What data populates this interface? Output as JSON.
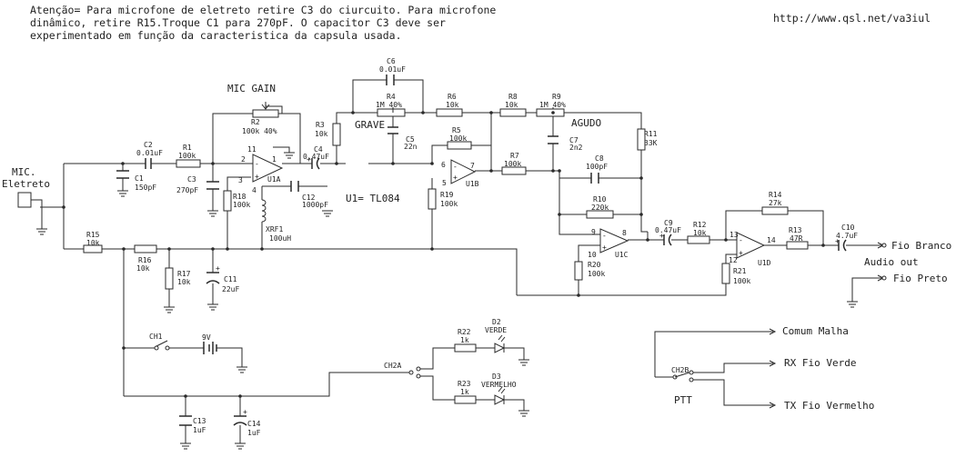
{
  "notes": {
    "warning": [
      "Atenção= Para microfone de eletreto retire C3 do ciurcuito. Para microfone",
      "dinâmico, retire R15.Troque C1 para 270pF. O capacitor C3 deve ser",
      "experimentado em função da caracteristica da capsula usada."
    ],
    "url": "http://www.qsl.net/va3iul",
    "ic_label": "U1= TL084",
    "mic": [
      "MIC.",
      "Eletreto"
    ],
    "mic_gain": "MIC GAIN",
    "grave": "GRAVE",
    "agudo": "AGUDO",
    "audio_out": "Audio out",
    "ptt": "PTT"
  },
  "components": {
    "C1": [
      "C1",
      "150pF"
    ],
    "C2": [
      "C2",
      "0.01uF"
    ],
    "C3": [
      "C3",
      "270pF"
    ],
    "C4": [
      "C4",
      "0.47uF"
    ],
    "C5": [
      "C5",
      "22n"
    ],
    "C6": [
      "C6",
      "0.01uF"
    ],
    "C7": [
      "C7",
      "2n2"
    ],
    "C8": [
      "C8",
      "100pF"
    ],
    "C9": [
      "C9",
      "0.47uF"
    ],
    "C10": [
      "C10",
      "4.7uF"
    ],
    "C11": [
      "C11",
      "22uF"
    ],
    "C12": [
      "C12",
      "1000pF"
    ],
    "C13": [
      "C13",
      "1uF"
    ],
    "C14": [
      "C14",
      "1uF"
    ],
    "R1": [
      "R1",
      "100k"
    ],
    "R2": [
      "R2",
      "100k 40%"
    ],
    "R3": [
      "R3",
      "10k"
    ],
    "R4": [
      "R4",
      "1M 40%"
    ],
    "R5": [
      "R5",
      "100k"
    ],
    "R6": [
      "R6",
      "10k"
    ],
    "R7": [
      "R7",
      "100k"
    ],
    "R8": [
      "R8",
      "10k"
    ],
    "R9": [
      "R9",
      "1M 40%"
    ],
    "R10": [
      "R10",
      "220k"
    ],
    "R11": [
      "R11",
      "33K"
    ],
    "R12": [
      "R12",
      "10k"
    ],
    "R13": [
      "R13",
      "47R"
    ],
    "R14": [
      "R14",
      "27k"
    ],
    "R15": [
      "R15",
      "10k"
    ],
    "R16": [
      "R16",
      "10k"
    ],
    "R17": [
      "R17",
      "10k"
    ],
    "R18": [
      "R18",
      "100k"
    ],
    "R19": [
      "R19",
      "100k"
    ],
    "R20": [
      "R20",
      "100k"
    ],
    "R21": [
      "R21",
      "100k"
    ],
    "R22": [
      "R22",
      "1k"
    ],
    "R23": [
      "R23",
      "1k"
    ],
    "D2": [
      "D2",
      "VERDE"
    ],
    "D3": [
      "D3",
      "VERMELHO"
    ],
    "XRF1": [
      "XRF1",
      "100uH"
    ],
    "CH1": "CH1",
    "CH2A": "CH2A",
    "CH2B": "CH2B",
    "battery": "9V"
  },
  "opamps": {
    "U1A": {
      "name": "U1A",
      "pins": [
        "2",
        "3",
        "1",
        "11",
        "4"
      ]
    },
    "U1B": {
      "name": "U1B",
      "pins": [
        "6",
        "5",
        "7"
      ]
    },
    "U1C": {
      "name": "U1C",
      "pins": [
        "9",
        "10",
        "8"
      ]
    },
    "U1D": {
      "name": "U1D",
      "pins": [
        "13",
        "12",
        "14"
      ]
    }
  },
  "terminals": {
    "fio_branco": "Fio Branco",
    "fio_preto": "Fio Preto",
    "comum": "Comum Malha",
    "rx": "RX Fio Verde",
    "tx": "TX Fio Vermelho"
  }
}
